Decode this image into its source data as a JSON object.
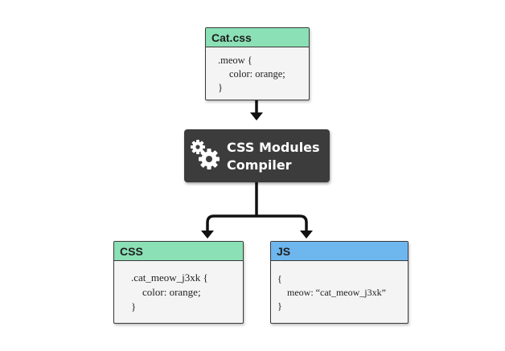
{
  "source_file": {
    "title": "Cat.css",
    "header_color": "#8be0b6",
    "lines": [
      ".meow {",
      "color: orange;",
      "}"
    ]
  },
  "compiler": {
    "line1": "CSS Modules",
    "line2": "Compiler",
    "icon": "gears-icon"
  },
  "css_output": {
    "title": "CSS",
    "header_color": "#8be0b6",
    "lines": [
      ".cat_meow_j3xk {",
      "color: orange;",
      "}"
    ]
  },
  "js_output": {
    "title": "JS",
    "header_color": "#6db6ee",
    "lines": [
      "{",
      "meow: “cat_meow_j3xk”",
      "}"
    ]
  }
}
